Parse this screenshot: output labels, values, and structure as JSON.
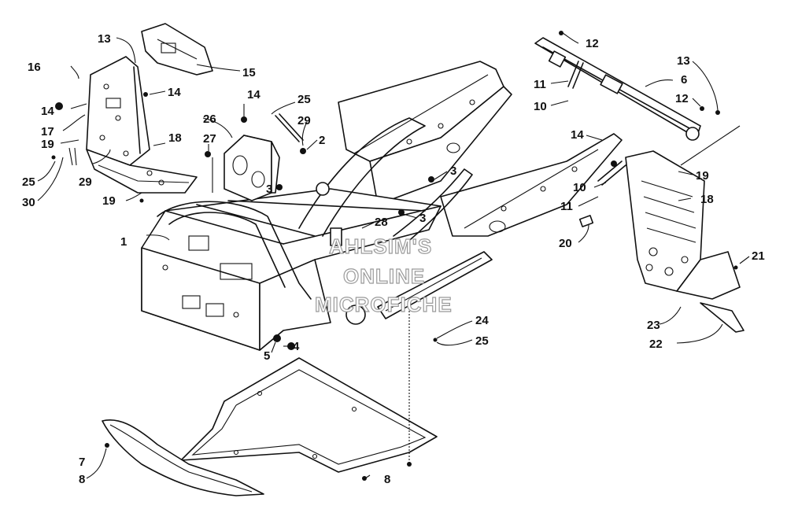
{
  "diagram": {
    "callouts": [
      "1",
      "2",
      "3",
      "3",
      "3",
      "3",
      "4",
      "5",
      "6",
      "7",
      "8",
      "8",
      "10",
      "10",
      "11",
      "11",
      "12",
      "12",
      "13",
      "13",
      "14",
      "14",
      "14",
      "14",
      "15",
      "16",
      "17",
      "18",
      "18",
      "19",
      "19",
      "19",
      "20",
      "21",
      "22",
      "23",
      "24",
      "25",
      "25",
      "25",
      "26",
      "27",
      "28",
      "29",
      "30"
    ]
  },
  "watermark": {
    "lines": [
      "AHLSIM'S",
      "ONLINE",
      "MICROFICHE"
    ]
  }
}
